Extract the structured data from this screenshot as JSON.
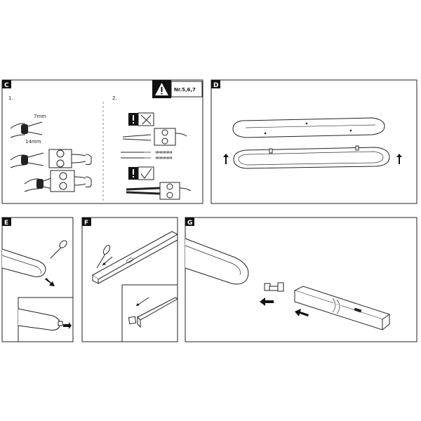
{
  "panels": {
    "c": {
      "label": "C",
      "step1": "1.",
      "step2": "2.",
      "dim_strip": "7mm",
      "dim_total": "14mm",
      "warning_ref": "Nr.5,6,7"
    },
    "d": {
      "label": "D"
    },
    "e": {
      "label": "E"
    },
    "f": {
      "label": "F"
    },
    "g": {
      "label": "G"
    }
  }
}
